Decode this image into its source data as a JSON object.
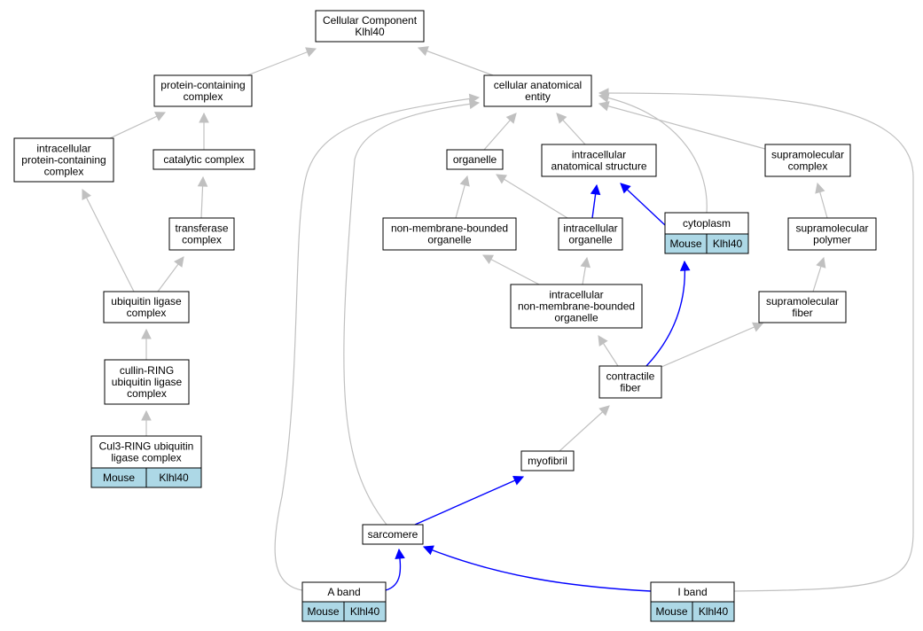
{
  "title": {
    "line1": "Cellular Component",
    "line2": "Klhl40"
  },
  "colors": {
    "gray_edge": "#c0c0c0",
    "blue_edge": "#0000ff",
    "annotation_fill": "#add8e6"
  },
  "nodes": {
    "cellular_component": {
      "lines": [
        "Cellular Component",
        "Klhl40"
      ]
    },
    "cellular_anatomical_entity": {
      "lines": [
        "cellular anatomical",
        "entity"
      ]
    },
    "protein_containing_complex": {
      "lines": [
        "protein-containing",
        "complex"
      ]
    },
    "intracellular_protein_containing_complex": {
      "lines": [
        "intracellular",
        "protein-containing",
        "complex"
      ]
    },
    "catalytic_complex": {
      "lines": [
        "catalytic complex"
      ]
    },
    "transferase_complex": {
      "lines": [
        "transferase",
        "complex"
      ]
    },
    "ubiquitin_ligase_complex": {
      "lines": [
        "ubiquitin ligase",
        "complex"
      ]
    },
    "cullin_ring_ubiquitin_ligase_complex": {
      "lines": [
        "cullin-RING",
        "ubiquitin ligase",
        "complex"
      ]
    },
    "cul3_ring_ubiquitin_ligase_complex": {
      "lines": [
        "Cul3-RING ubiquitin",
        "ligase complex"
      ],
      "annotation": [
        "Mouse",
        "Klhl40"
      ]
    },
    "organelle": {
      "lines": [
        "organelle"
      ]
    },
    "intracellular_anatomical_structure": {
      "lines": [
        "intracellular",
        "anatomical structure"
      ]
    },
    "supramolecular_complex": {
      "lines": [
        "supramolecular",
        "complex"
      ]
    },
    "non_membrane_bounded_organelle": {
      "lines": [
        "non-membrane-bounded",
        "organelle"
      ]
    },
    "intracellular_organelle": {
      "lines": [
        "intracellular",
        "organelle"
      ]
    },
    "cytoplasm": {
      "lines": [
        "cytoplasm"
      ],
      "annotation": [
        "Mouse",
        "Klhl40"
      ]
    },
    "supramolecular_polymer": {
      "lines": [
        "supramolecular",
        "polymer"
      ]
    },
    "intracellular_non_membrane_bounded_organelle": {
      "lines": [
        "intracellular",
        "non-membrane-bounded",
        "organelle"
      ]
    },
    "supramolecular_fiber": {
      "lines": [
        "supramolecular",
        "fiber"
      ]
    },
    "contractile_fiber": {
      "lines": [
        "contractile",
        "fiber"
      ]
    },
    "myofibril": {
      "lines": [
        "myofibril"
      ]
    },
    "sarcomere": {
      "lines": [
        "sarcomere"
      ]
    },
    "a_band": {
      "lines": [
        "A band"
      ],
      "annotation": [
        "Mouse",
        "Klhl40"
      ]
    },
    "i_band": {
      "lines": [
        "I band"
      ],
      "annotation": [
        "Mouse",
        "Klhl40"
      ]
    }
  }
}
